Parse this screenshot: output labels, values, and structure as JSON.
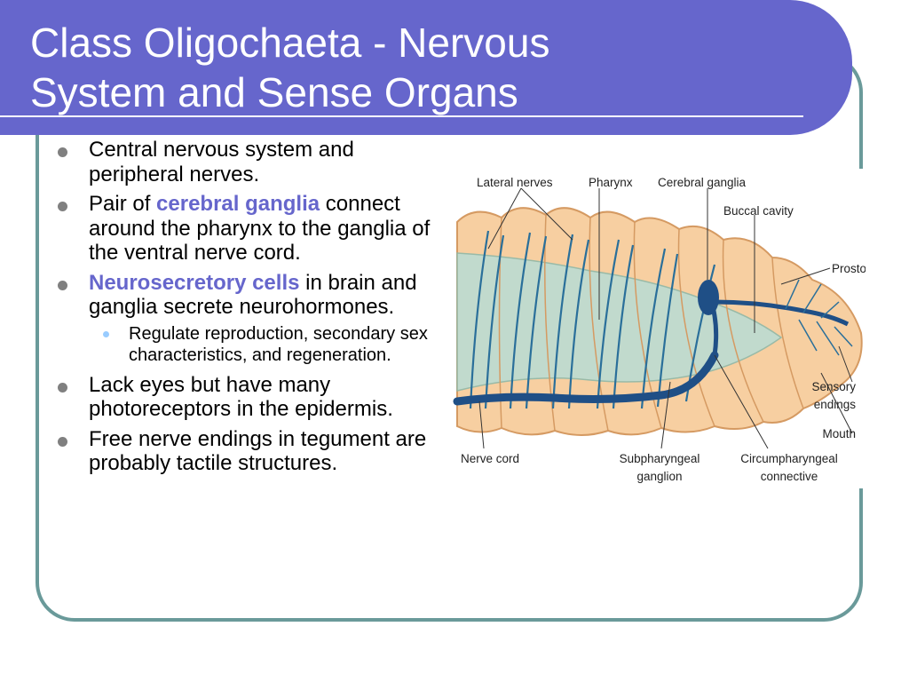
{
  "slide": {
    "title_line1": "Class Oligochaeta - Nervous",
    "title_line2": "System and Sense Organs",
    "bullets": {
      "b1": "Central nervous system and peripheral nerves.",
      "b2_pre": "Pair of ",
      "b2_hl": "cerebral ganglia",
      "b2_post": " connect around the pharynx to the ganglia of the ventral nerve cord.",
      "b3_hl": "Neurosecretory cells",
      "b3_post": " in brain and ganglia secrete neurohormones.",
      "b3_sub": "Regulate reproduction, secondary sex characteristics, and regeneration.",
      "b4": "Lack eyes but have many photoreceptors in the epidermis.",
      "b5": "Free nerve endings in tegument are probably tactile structures."
    },
    "colors": {
      "title_bg": "#6666cc",
      "highlight": "#6666cc",
      "frame": "#6a9a9a",
      "bullet": "#808080",
      "sub_bullet": "#99ccff"
    }
  },
  "diagram": {
    "labels": {
      "lateral_nerves": "Lateral nerves",
      "pharynx": "Pharynx",
      "cerebral_ganglia": "Cerebral ganglia",
      "buccal_cavity": "Buccal cavity",
      "prostomium": "Prostomium",
      "sensory_1": "Sensory",
      "sensory_2": "endings",
      "mouth": "Mouth",
      "nerve_cord": "Nerve cord",
      "subpharyngeal_1": "Subpharyngeal",
      "subpharyngeal_2": "ganglion",
      "circum_1": "Circumpharyngeal",
      "circum_2": "connective"
    }
  }
}
